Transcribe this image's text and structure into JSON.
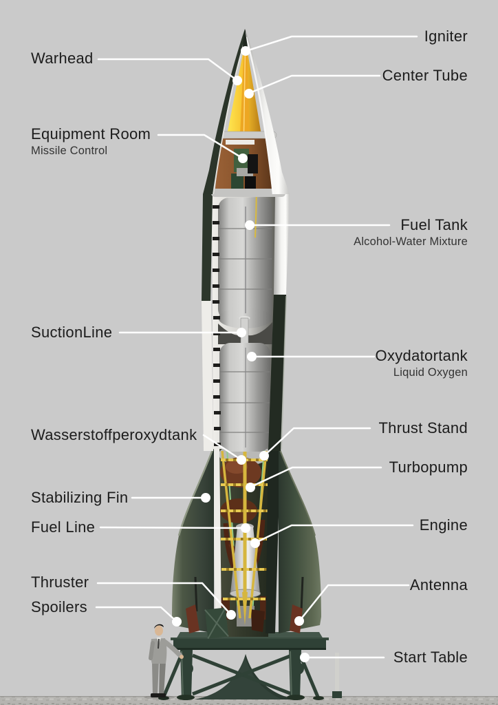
{
  "labels": {
    "left": [
      {
        "title": "Warhead"
      },
      {
        "title": "Equipment Room",
        "subtitle": "Missile Control"
      },
      {
        "title": "SuctionLine"
      },
      {
        "title": "Wasserstoffperoxydtank"
      },
      {
        "title": "Stabilizing Fin"
      },
      {
        "title": "Fuel Line"
      },
      {
        "title": "Thruster"
      },
      {
        "title": "Spoilers"
      }
    ],
    "right": [
      {
        "title": "Igniter"
      },
      {
        "title": "Center Tube"
      },
      {
        "title": "Fuel Tank",
        "subtitle": "Alcohol-Water Mixture"
      },
      {
        "title": "Oxydatortank",
        "subtitle": "Liquid Oxygen"
      },
      {
        "title": "Thrust Stand"
      },
      {
        "title": "Turbopump"
      },
      {
        "title": "Engine"
      },
      {
        "title": "Antenna"
      },
      {
        "title": "Start Table"
      }
    ]
  },
  "colors": {
    "background": "#cacaca",
    "label_text": "#1c1c1c",
    "subtitle_text": "#333333",
    "leader_line": "#ffffff",
    "rocket_skin_green": "#3a4538",
    "warhead_yellow": "#f6c12e",
    "machinery_brown": "#6d3921",
    "launch_table_green": "#2f4136",
    "ground_concrete": "#b5b4b0"
  }
}
